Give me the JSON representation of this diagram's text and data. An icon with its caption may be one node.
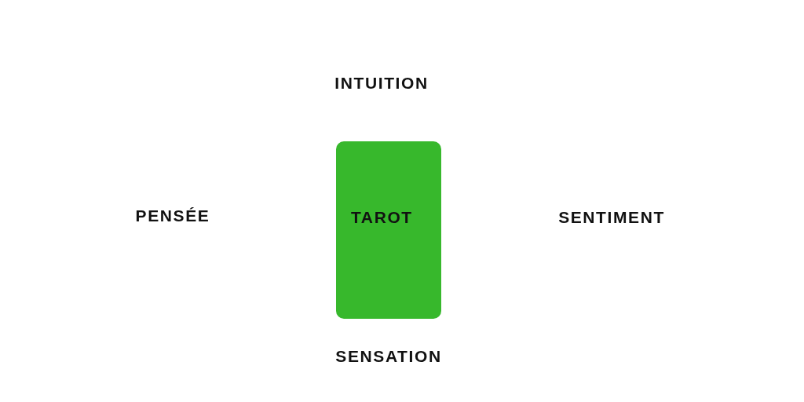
{
  "diagram": {
    "nodes": [
      {
        "text": [
          "TAROT"
        ]
      }
    ],
    "labels": [
      "INTUITION",
      "PENSÉE",
      "SENTIMENT",
      "SENSATION"
    ]
  }
}
